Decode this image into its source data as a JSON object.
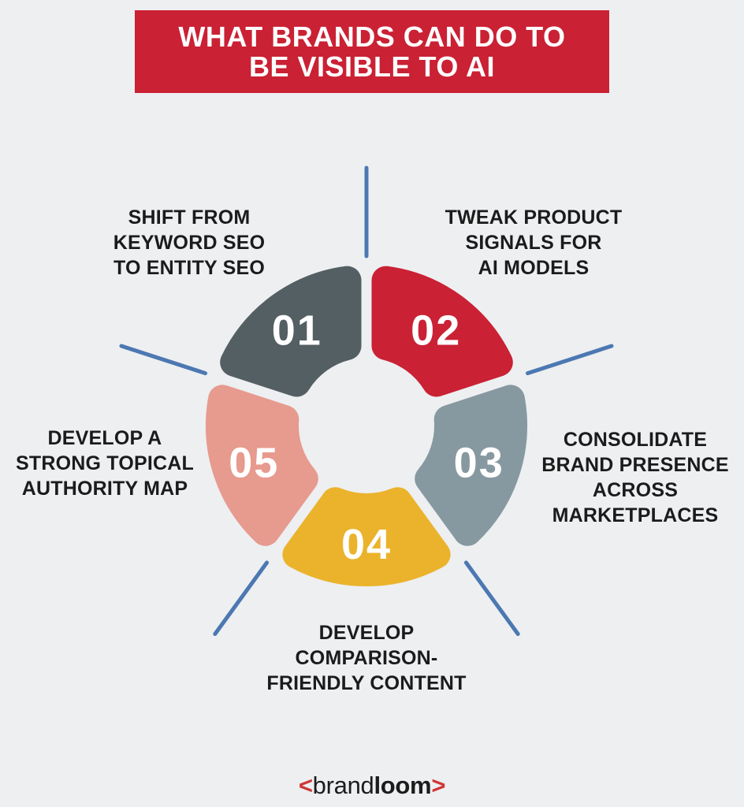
{
  "background_color": "#edeff1",
  "header": {
    "title_line1": "WHAT BRANDS CAN DO TO",
    "title_line2": "BE VISIBLE TO AI",
    "bg_color": "#ca2134",
    "text_color": "#ffffff"
  },
  "diagram": {
    "type": "circular-process-5-steps",
    "connector_color": "#4c78b2",
    "number_color": "#ffffff",
    "label_color": "#1b1b1b",
    "segments": [
      {
        "number": "01",
        "color": "#545f63",
        "position": "top-left",
        "label_lines": [
          "SHIFT FROM",
          "KEYWORD SEO",
          "TO ENTITY SEO"
        ]
      },
      {
        "number": "02",
        "color": "#ca2134",
        "position": "top-right",
        "label_lines": [
          "TWEAK PRODUCT",
          "SIGNALS FOR",
          "AI MODELS"
        ]
      },
      {
        "number": "03",
        "color": "#8799a0",
        "position": "right",
        "label_lines": [
          "CONSOLIDATE",
          "BRAND PRESENCE",
          "ACROSS",
          "MARKETPLACES"
        ]
      },
      {
        "number": "04",
        "color": "#ebb32c",
        "position": "bottom",
        "label_lines": [
          "DEVELOP",
          "COMPARISON-",
          "FRIENDLY CONTENT"
        ]
      },
      {
        "number": "05",
        "color": "#e79a8e",
        "position": "left",
        "label_lines": [
          "DEVELOP A",
          "STRONG TOPICAL",
          "AUTHORITY MAP"
        ]
      }
    ]
  },
  "footer": {
    "logo": {
      "bracket_left": "<",
      "brand": "brand",
      "loom": "loom",
      "bracket_right": ">",
      "bracket_color": "#d03434",
      "text_color": "#1c1c1c"
    }
  }
}
